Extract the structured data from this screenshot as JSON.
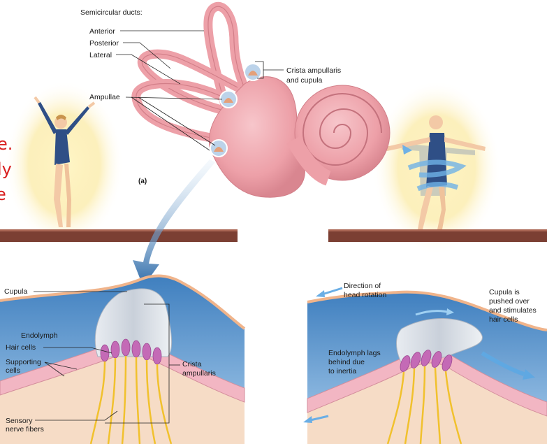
{
  "labels": {
    "semicircular_ducts": "Semicircular ducts:",
    "anterior": "Anterior",
    "posterior": "Posterior",
    "lateral": "Lateral",
    "crista_cupula_1": "Crista ampullaris",
    "crista_cupula_2": "and cupula",
    "ampullae": "Ampullae",
    "panel_a": "(a)",
    "cupula": "Cupula",
    "endolymph": "Endolymph",
    "hair_cells": "Hair cells",
    "supporting_1": "Supporting",
    "supporting_2": "cells",
    "crista_1": "Crista",
    "crista_2": "ampullaris",
    "sensory_1": "Sensory",
    "sensory_2": "nerve fibers",
    "direction_1": "Direction of",
    "direction_2": "head rotation",
    "cupula_pushed_1": "Cupula is",
    "cupula_pushed_2": "pushed over",
    "cupula_pushed_3": "and stimulates",
    "cupula_pushed_4": "hair cells",
    "lags_1": "Endolymph lags",
    "lags_2": "behind due",
    "lags_3": "to inertia"
  },
  "cut_text": [
    "e.",
    "ly",
    "e"
  ],
  "colors": {
    "membrane": "#f0a6ad",
    "membrane_dark": "#d27e88",
    "endolymph": "#5f98cc",
    "endolymph_light": "#a8cbe9",
    "cupula": "#d9dee6",
    "hair_cell": "#c46ab6",
    "nerve": "#f1c12d",
    "tissue": "#f6dcc6",
    "floor": "#7b3f33",
    "leotard": "#2f4f86",
    "annotation_red": "#d81e1e"
  },
  "icons": [
    "rotation-arrow-icon",
    "flow-arrow-icon",
    "zoom-arrow-icon"
  ]
}
